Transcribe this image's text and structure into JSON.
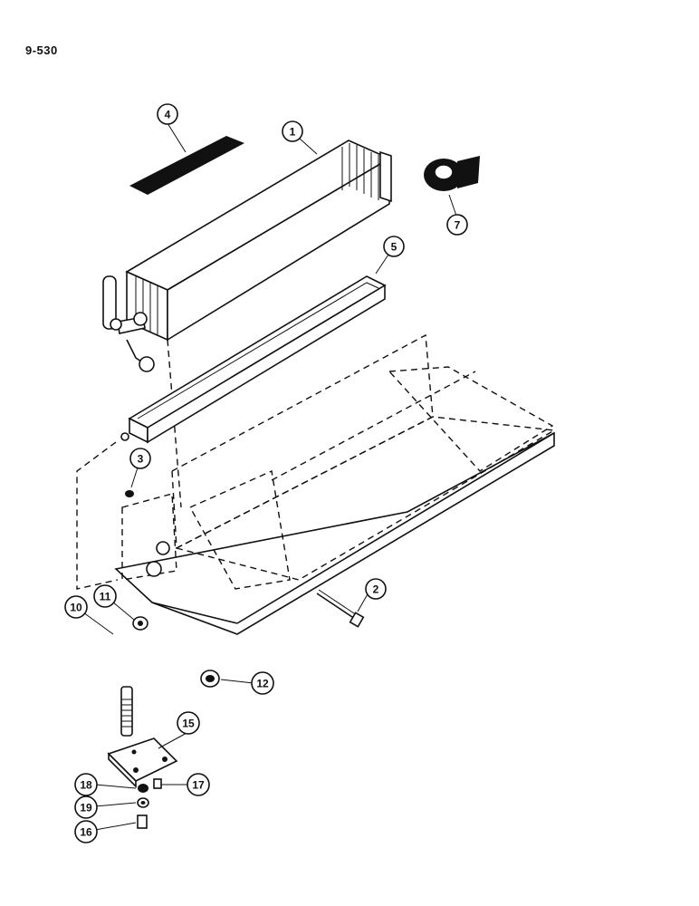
{
  "page_code": "9-530",
  "callouts": [
    "1",
    "2",
    "3",
    "4",
    "5",
    "7",
    "10",
    "11",
    "12",
    "15",
    "16",
    "17",
    "18",
    "19"
  ],
  "colors": {
    "ink": "#111111",
    "background": "#ffffff"
  }
}
